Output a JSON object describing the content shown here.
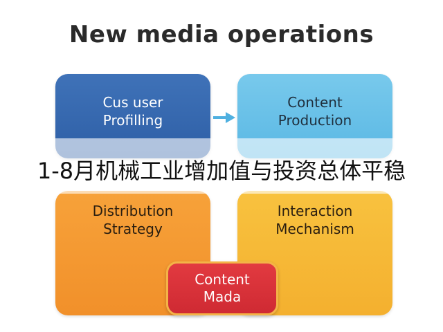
{
  "title": "New media operations",
  "boxes": {
    "top_left": "Cus user\nProfilling",
    "top_right": "Content\nProduction",
    "bottom_left": "Distribution\nStrategy",
    "bottom_right": "Interaction\nMechanism",
    "center": "Content\nMada"
  },
  "caption": "1-8月机械工业增加值与投资总体平稳",
  "colors": {
    "top_left": "#3f72b8",
    "top_right": "#6ec2ea",
    "bottom_left": "#f49a33",
    "bottom_right": "#f6ba38",
    "center": "#d8323a",
    "arrow": "#4fb0e0"
  }
}
